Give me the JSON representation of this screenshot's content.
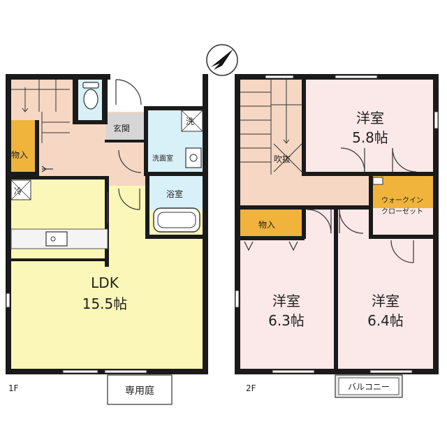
{
  "floor1": {
    "floor_label": "1F",
    "ldk": "LDK",
    "ldk_size": "15.5帖",
    "storage": "物入",
    "entrance": "玄関",
    "washroom": "洗面室",
    "washer": "洗",
    "bath": "浴室",
    "fridge": "冷",
    "garden": "専用庭"
  },
  "floor2": {
    "floor_label": "2F",
    "room_a": "洋室",
    "room_a_size": "5.8帖",
    "room_b": "洋室",
    "room_b_size": "6.3帖",
    "room_c": "洋室",
    "room_c_size": "6.4帖",
    "storage": "物入",
    "walkin_line1": "ウォークイン",
    "walkin_line2": "クローゼット",
    "void": "吹抜",
    "balcony": "バルコニー"
  },
  "colors": {
    "ldk": "#fbf7b8",
    "western_room": "#fbe8e8",
    "hall": "#f6d7c3",
    "storage": "#f0b43c",
    "wet_area": "#d8f0f8",
    "entrance": "#d6d6d6",
    "wall": "#1a1a1a"
  },
  "icons": {
    "compass": "north-arrow-icon",
    "toilet": "toilet-icon",
    "bathtub": "bathtub-icon",
    "sink": "sink-icon"
  }
}
